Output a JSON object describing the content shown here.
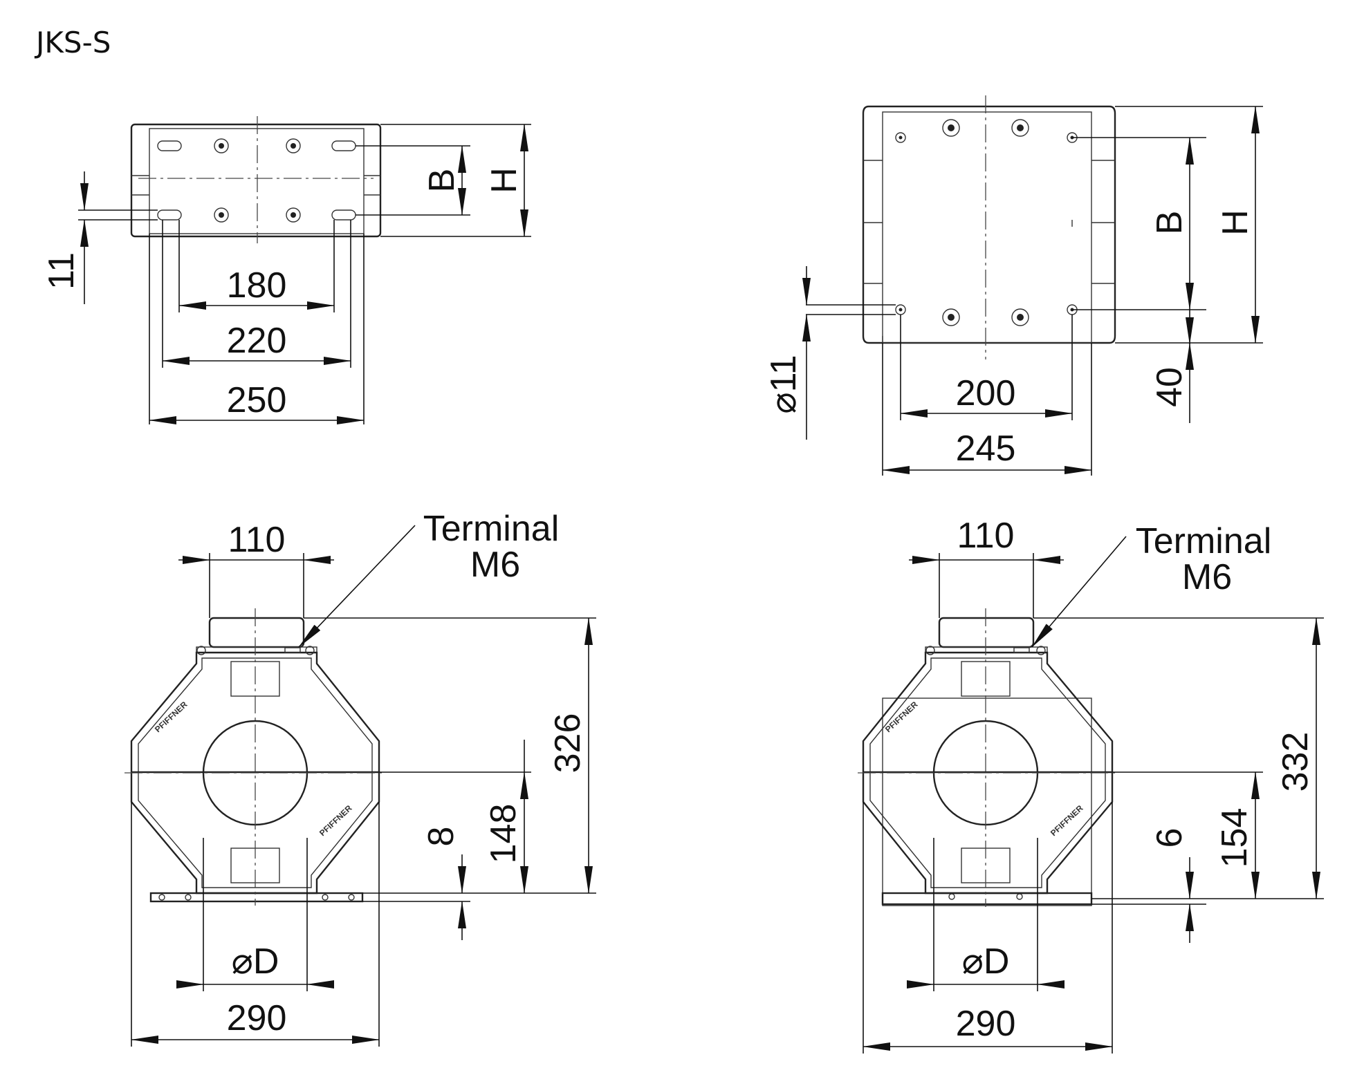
{
  "title": "JKS-S",
  "views": {
    "top_left": {
      "dim_180": "180",
      "dim_220": "220",
      "dim_250": "250",
      "dim_11": "11",
      "label_b": "B",
      "label_h": "H"
    },
    "top_right": {
      "dim_200": "200",
      "dim_245": "245",
      "dim_40": "40",
      "dim_dia11": "⌀11",
      "label_b": "B",
      "label_h": "H"
    },
    "bottom_left": {
      "dim_110": "110",
      "terminal_line1": "Terminal",
      "terminal_line2": "M6",
      "dim_326": "326",
      "dim_148": "148",
      "dim_8": "8",
      "dim_d": "⌀D",
      "dim_290": "290",
      "logo": "PFIFFNER"
    },
    "bottom_right": {
      "dim_110": "110",
      "terminal_line1": "Terminal",
      "terminal_line2": "M6",
      "dim_332": "332",
      "dim_154": "154",
      "dim_6": "6",
      "dim_d": "⌀D",
      "dim_290": "290",
      "logo": "PFIFFNER"
    }
  }
}
